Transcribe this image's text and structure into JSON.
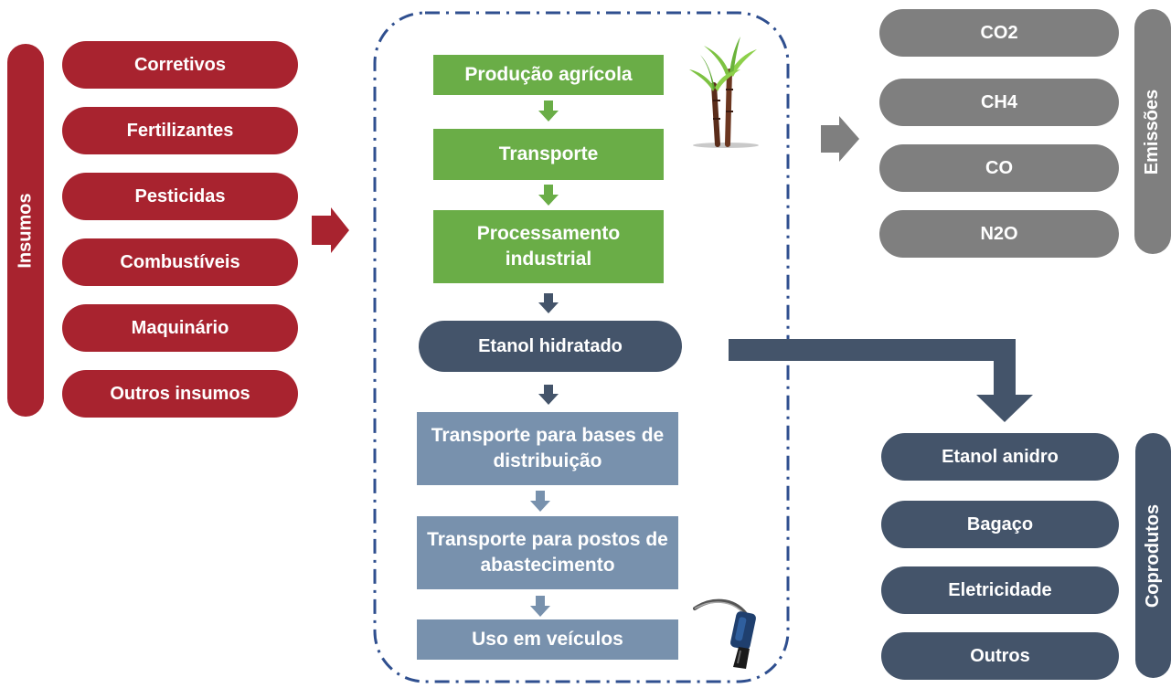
{
  "insumos": {
    "label": "Insumos",
    "items": [
      "Corretivos",
      "Fertilizantes",
      "Pesticidas",
      "Combustíveis",
      "Maquinário",
      "Outros insumos"
    ]
  },
  "process": {
    "agricola": "Produção agrícola",
    "transporte": "Transporte",
    "processamento": "Processamento industrial",
    "etanol_hidratado": "Etanol hidratado",
    "transporte_bases": "Transporte para bases de distribuição",
    "transporte_postos": "Transporte para postos de abastecimento",
    "uso_veiculos": "Uso em veículos"
  },
  "emissoes": {
    "label": "Emissões",
    "items": [
      "CO2",
      "CH4",
      "CO",
      "N2O"
    ]
  },
  "coprodutos": {
    "label": "Coprodutos",
    "items": [
      "Etanol anidro",
      "Bagaço",
      "Eletricidade",
      "Outros"
    ]
  },
  "colors": {
    "insumos": "#a8232f",
    "agricultural_stage": "#6aad47",
    "distribution_stage": "#7891ad",
    "emissions": "#7f7f7f",
    "coproducts": "#44546a",
    "boundary": "#2f4f8f"
  },
  "icons": [
    "sugarcane-icon",
    "fuel-nozzle-icon"
  ]
}
